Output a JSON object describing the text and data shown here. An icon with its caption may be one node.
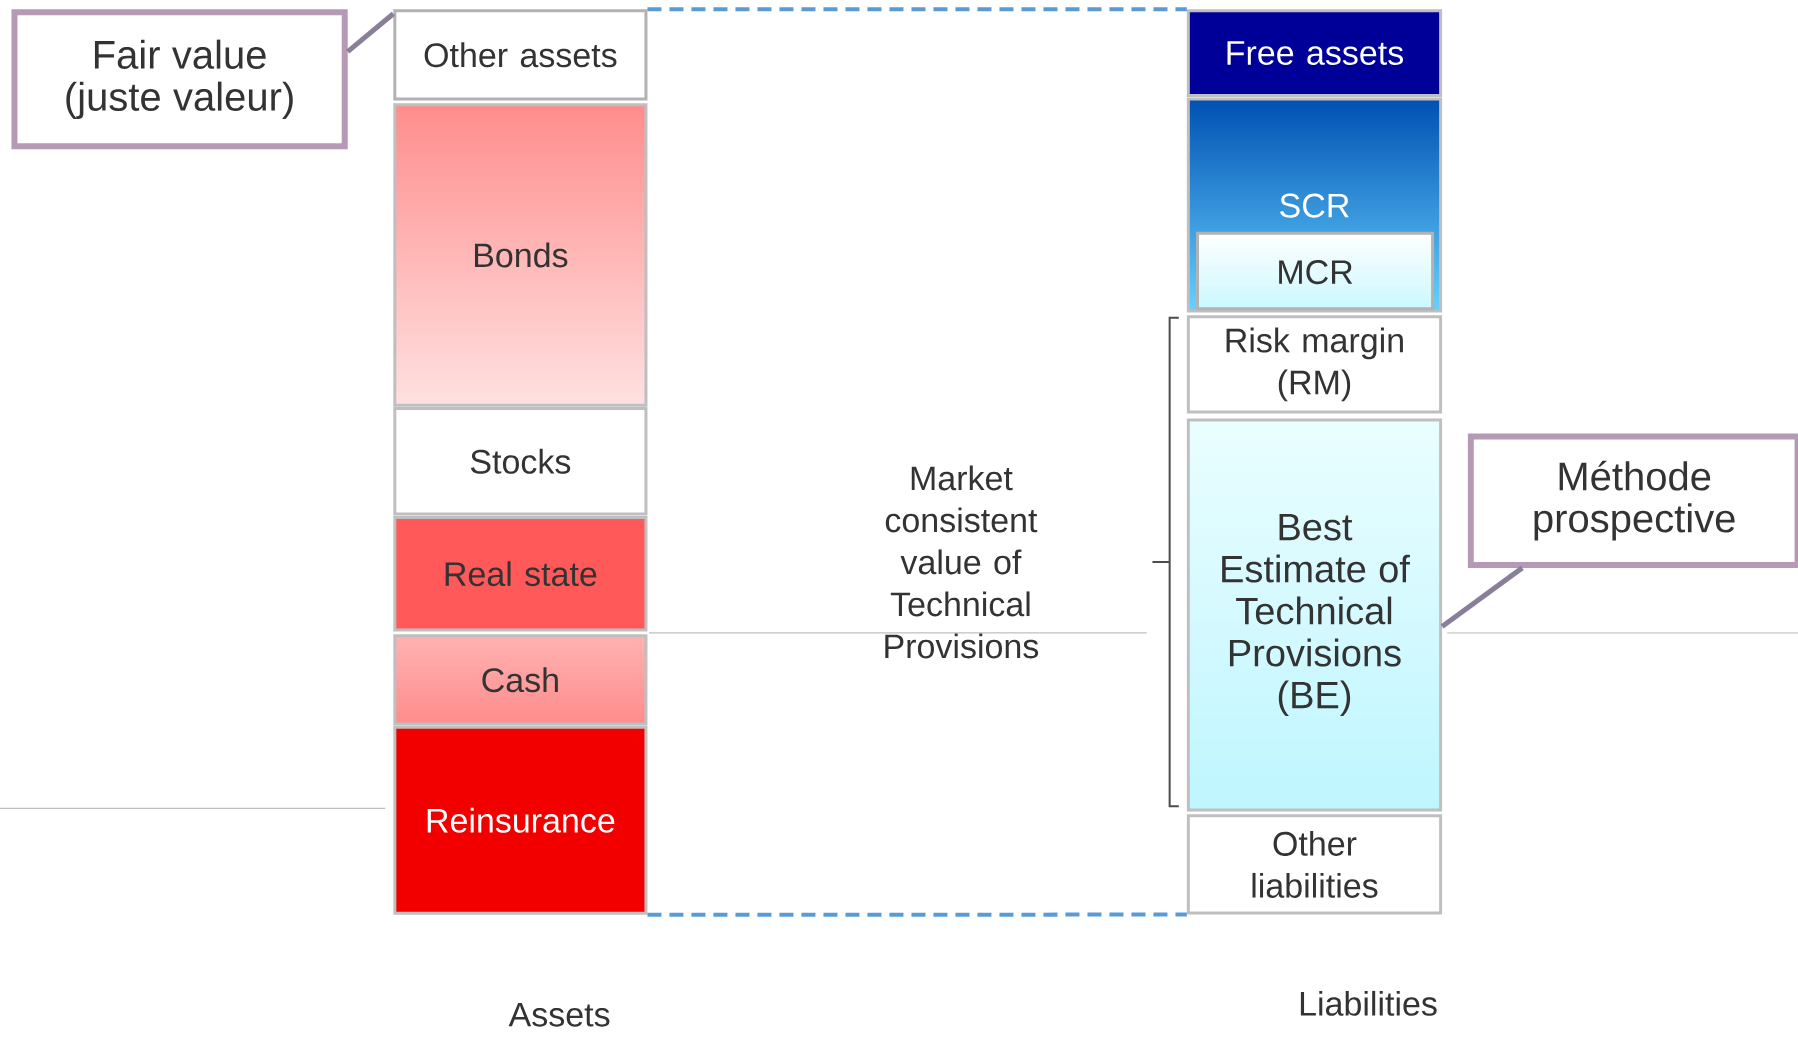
{
  "diagram": {
    "nodes": [
      {
        "text": [
          "Fair value (juste valeur)"
        ]
      },
      {
        "text": [
          "Other assets"
        ]
      },
      {
        "text": [
          "Bonds"
        ]
      },
      {
        "text": [
          "Stocks"
        ]
      },
      {
        "text": [
          "Real state"
        ]
      },
      {
        "text": [
          "Cash"
        ]
      },
      {
        "text": [
          "Reinsurance"
        ]
      },
      {
        "text": [
          "Free assets"
        ]
      },
      {
        "text": [
          "SCR"
        ]
      },
      {
        "text": [
          "MCR"
        ],
        "in": 8
      },
      {
        "text": [
          "Risk margin (RM)"
        ]
      },
      {
        "text": [
          "Best Estimate of Technical Provisions (BE)"
        ]
      },
      {
        "text": [
          "Other liabilities"
        ]
      },
      {
        "text": [
          "Méthode prospective"
        ]
      }
    ],
    "edges": [
      {
        "from": 0,
        "to": 1,
        "arrow": "none"
      },
      {
        "from": 13,
        "to": 11,
        "arrow": "none"
      },
      {
        "from": 1,
        "to": 7,
        "arrow": "none",
        "style": "dashed",
        "color": "#5b9bd5"
      },
      {
        "from": 6,
        "to": 12,
        "arrow": "none",
        "style": "dashed",
        "color": "#5b9bd5"
      }
    ],
    "labels": [
      "Market consistent value of Technical Provisions",
      "Assets",
      "Liabilities"
    ]
  }
}
